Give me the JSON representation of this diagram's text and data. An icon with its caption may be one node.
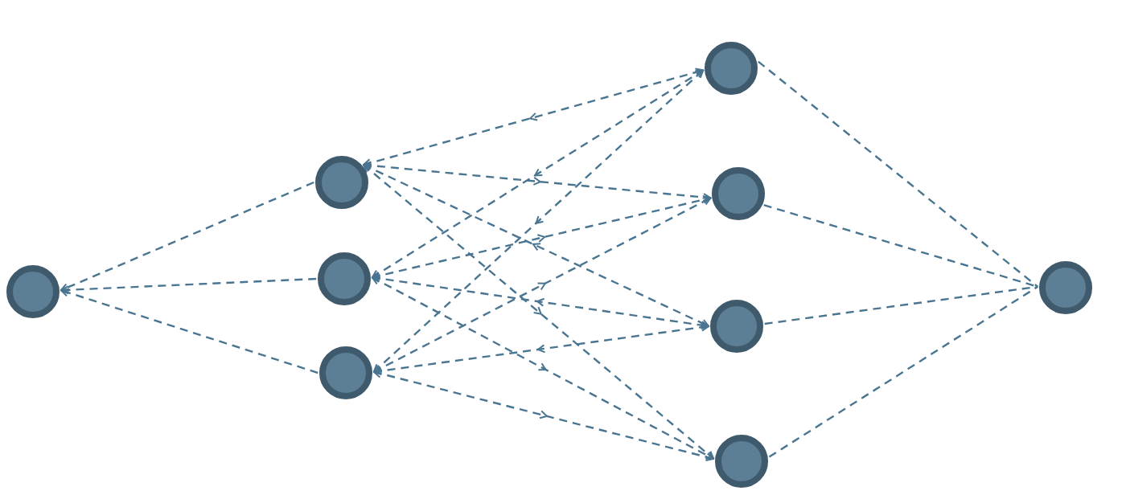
{
  "diagram": {
    "nodes": [
      {
        "text": [],
        "shape": "circle"
      },
      {
        "text": [],
        "shape": "circle"
      },
      {
        "text": [],
        "shape": "circle"
      },
      {
        "text": [],
        "shape": "circle"
      },
      {
        "text": [],
        "shape": "circle"
      },
      {
        "text": [],
        "shape": "circle"
      },
      {
        "text": [],
        "shape": "circle"
      },
      {
        "text": [],
        "shape": "circle"
      },
      {
        "text": [],
        "shape": "circle"
      }
    ],
    "edges": [
      {
        "from": 1,
        "to": 0,
        "arrow": "to",
        "style": "dashed"
      },
      {
        "from": 2,
        "to": 0,
        "arrow": "to",
        "style": "dashed"
      },
      {
        "from": 3,
        "to": 0,
        "arrow": "to",
        "style": "dashed"
      },
      {
        "from": 1,
        "to": 4,
        "arrow": "both",
        "style": "dashed"
      },
      {
        "from": 1,
        "to": 5,
        "arrow": "both",
        "style": "dashed"
      },
      {
        "from": 1,
        "to": 6,
        "arrow": "both",
        "style": "dashed"
      },
      {
        "from": 1,
        "to": 7,
        "arrow": "both",
        "style": "dashed"
      },
      {
        "from": 2,
        "to": 4,
        "arrow": "both",
        "style": "dashed"
      },
      {
        "from": 2,
        "to": 5,
        "arrow": "both",
        "style": "dashed"
      },
      {
        "from": 2,
        "to": 6,
        "arrow": "both",
        "style": "dashed"
      },
      {
        "from": 2,
        "to": 7,
        "arrow": "both",
        "style": "dashed"
      },
      {
        "from": 3,
        "to": 4,
        "arrow": "both",
        "style": "dashed"
      },
      {
        "from": 3,
        "to": 5,
        "arrow": "both",
        "style": "dashed"
      },
      {
        "from": 3,
        "to": 6,
        "arrow": "both",
        "style": "dashed"
      },
      {
        "from": 3,
        "to": 7,
        "arrow": "both",
        "style": "dashed"
      },
      {
        "from": 4,
        "to": 8,
        "arrow": "none",
        "style": "dashed"
      },
      {
        "from": 5,
        "to": 8,
        "arrow": "none",
        "style": "dashed"
      },
      {
        "from": 6,
        "to": 8,
        "arrow": "none",
        "style": "dashed"
      },
      {
        "from": 7,
        "to": 8,
        "arrow": "none",
        "style": "dashed"
      }
    ]
  }
}
